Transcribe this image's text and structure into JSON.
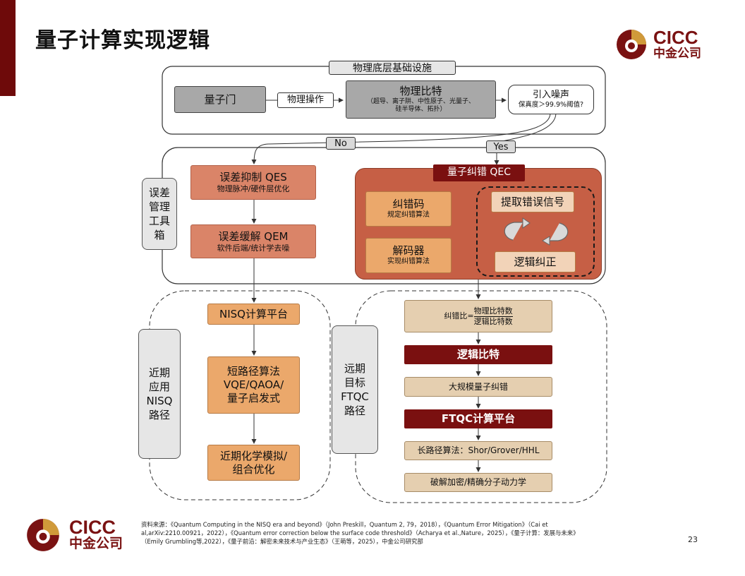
{
  "page": {
    "title": "量子计算实现逻辑",
    "page_number": "23"
  },
  "logo": {
    "top_text": "CICC",
    "bottom_text": "中金公司"
  },
  "physical_layer": {
    "label": "物理底层基础设施",
    "quantum_gate": "量子门",
    "physical_operation": "物理操作",
    "physical_qubit_title": "物理比特",
    "physical_qubit_sub_line1": "（超导、离子阱、中性原子、光量子、",
    "physical_qubit_sub_line2": "硅半导体、拓扑）",
    "noise_title": "引入噪声",
    "noise_sub": "保真度＞99.9%阈值?"
  },
  "decision": {
    "no": "No",
    "yes": "Yes"
  },
  "error_toolbox": {
    "side_label": "误差\n管理\n工具\n箱",
    "qes_title": "误差抑制 QES",
    "qes_sub": "物理脉冲/硬件层优化",
    "qem_title": "误差缓解 QEM",
    "qem_sub": "软件后端/统计学去噪"
  },
  "qec": {
    "title": "量子纠错 QEC",
    "code_title": "纠错码",
    "code_sub": "规定纠错算法",
    "decoder_title": "解码器",
    "decoder_sub": "实现纠错算法",
    "extract": "提取错误信号",
    "correct": "逻辑纠正"
  },
  "nisq": {
    "side_label": "近期\n应用\nNISQ\n路径",
    "platform": "NISQ计算平台",
    "algo_line1": "短路径算法",
    "algo_line2": "VQE/QAOA/",
    "algo_line3": "量子启发式",
    "app_line1": "近期化学模拟/",
    "app_line2": "组合优化"
  },
  "ftqc": {
    "side_label": "远期\n目标\nFTQC\n路径",
    "ratio_prefix": "纠错比=",
    "ratio_num": "物理比特数",
    "ratio_den": "逻辑比特数",
    "logical_qubit": "逻辑比特",
    "large_scale": "大规模量子纠错",
    "platform": "FTQC计算平台",
    "long_algo": "长路径算法：Shor/Grover/HHL",
    "apps": "破解加密/精确分子动力学"
  },
  "footer": {
    "line1": "资料来源：《Quantum Computing in the NISQ era and beyond》（John Preskill，Quantum 2, 79，2018），《Quantum Error Mitigation》（Cai et",
    "line2": "al,arXiv:2210.00921，2022），《Quantum error correction below the surface code threshold》（Acharya et al.,Nature，2025），《量子计算：发展与未来》",
    "line3": "（Emily Grumbling等,2022），《量子前沿：解密未来技术与产业生态》（王萌等，2025），中金公司研究部"
  },
  "colors": {
    "brand_red": "#7a1212",
    "qec_panel": "#c65f45",
    "salmon": "#da8468",
    "orange": "#eba86b",
    "tan": "#e5cfb0"
  }
}
